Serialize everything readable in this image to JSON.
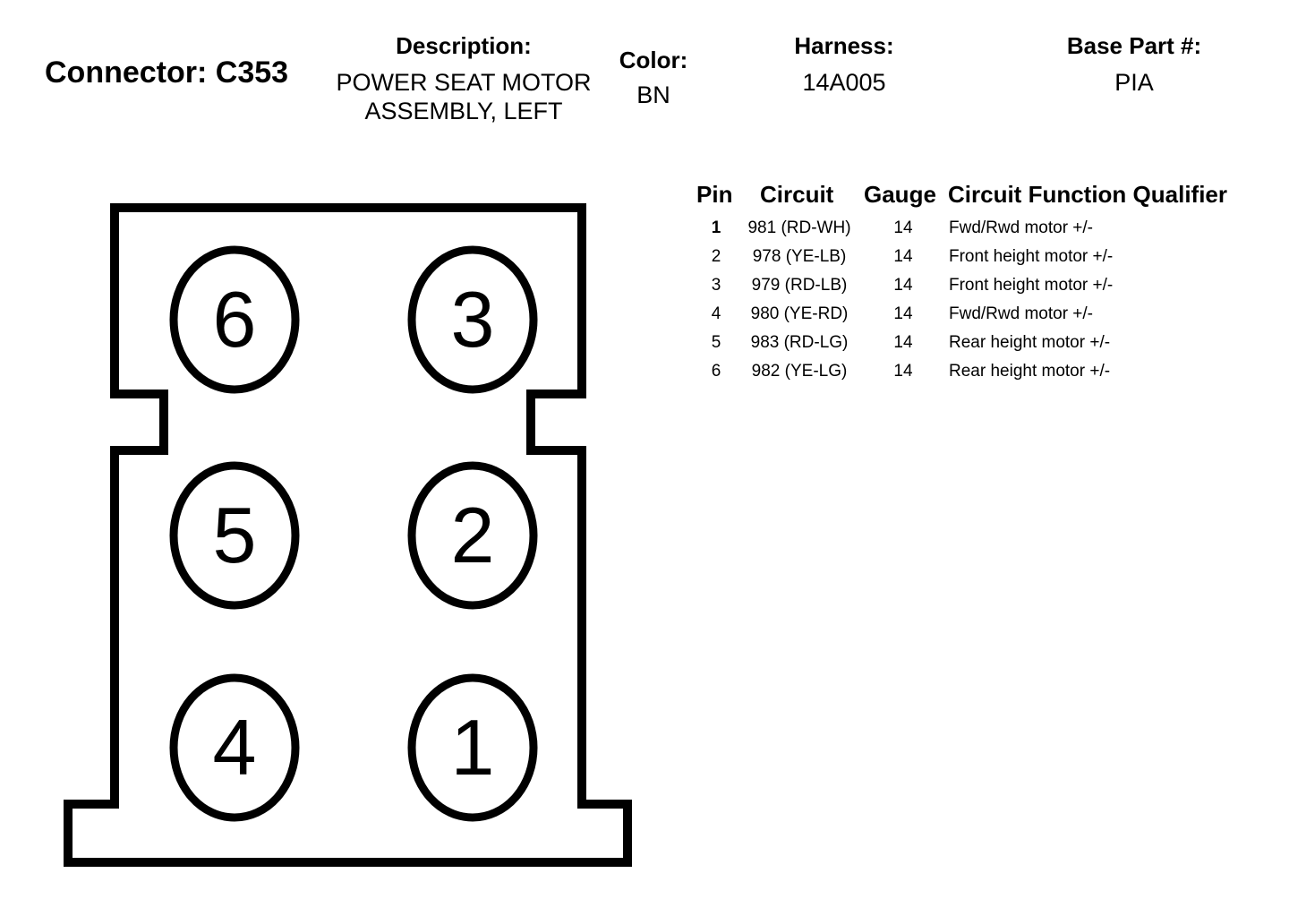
{
  "header": {
    "connector_label": "Connector: C353",
    "description_label": "Description:",
    "description_line1": "POWER SEAT MOTOR",
    "description_line2": "ASSEMBLY, LEFT",
    "color_label": "Color:",
    "color_value": "BN",
    "harness_label": "Harness:",
    "harness_value": "14A005",
    "base_part_label": "Base Part #:",
    "base_part_value": "PIA"
  },
  "connector": {
    "pins": [
      {
        "number": "6"
      },
      {
        "number": "3"
      },
      {
        "number": "5"
      },
      {
        "number": "2"
      },
      {
        "number": "4"
      },
      {
        "number": "1"
      }
    ]
  },
  "pin_table": {
    "headers": {
      "pin": "Pin",
      "circuit": "Circuit",
      "gauge": "Gauge",
      "function": "Circuit Function Qualifier"
    },
    "rows": [
      {
        "pin": "1",
        "circuit": "981 (RD-WH)",
        "gauge": "14",
        "function": "Fwd/Rwd motor +/-"
      },
      {
        "pin": "2",
        "circuit": "978 (YE-LB)",
        "gauge": "14",
        "function": "Front height motor +/-"
      },
      {
        "pin": "3",
        "circuit": "979 (RD-LB)",
        "gauge": "14",
        "function": "Front height motor +/-"
      },
      {
        "pin": "4",
        "circuit": "980 (YE-RD)",
        "gauge": "14",
        "function": "Fwd/Rwd motor +/-"
      },
      {
        "pin": "5",
        "circuit": "983 (RD-LG)",
        "gauge": "14",
        "function": "Rear height motor +/-"
      },
      {
        "pin": "6",
        "circuit": "982 (YE-LG)",
        "gauge": "14",
        "function": "Rear height motor +/-"
      }
    ]
  }
}
